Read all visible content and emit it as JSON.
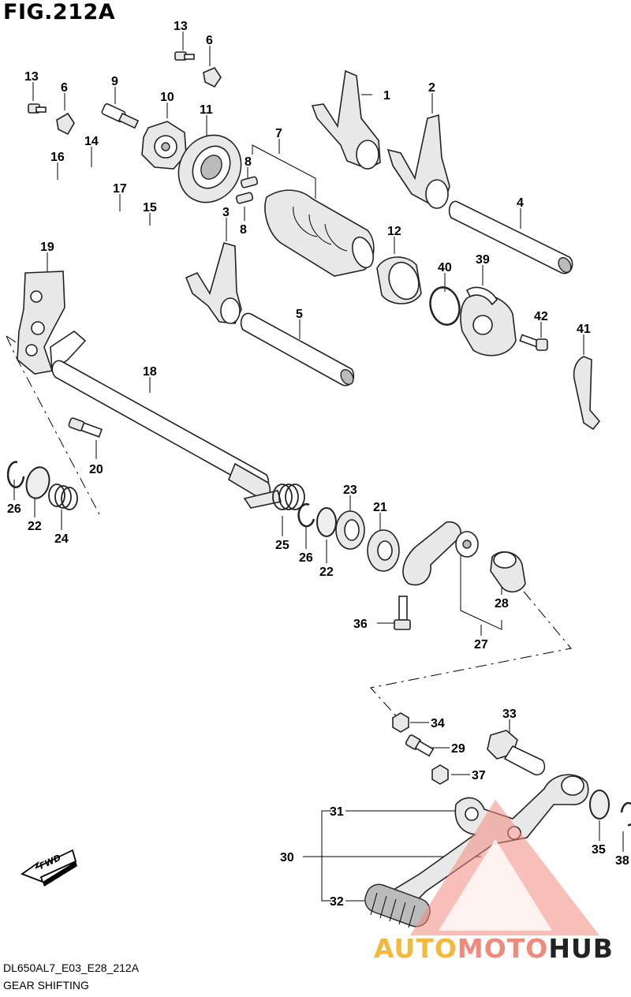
{
  "figure": {
    "title": "FIG.212A",
    "code": "DL650AL7_E03_E28_212A",
    "name": "GEAR SHIFTING"
  },
  "direction_badge": "FWD",
  "watermark": {
    "parts": [
      "AUTO",
      "MOTO",
      "HUB"
    ],
    "colors": [
      "#f4b83a",
      "#f08a7c",
      "#222222"
    ]
  },
  "callouts": [
    {
      "id": "c13a",
      "label": "13"
    },
    {
      "id": "c6a",
      "label": "6"
    },
    {
      "id": "c13b",
      "label": "13"
    },
    {
      "id": "c6b",
      "label": "6"
    },
    {
      "id": "c9",
      "label": "9"
    },
    {
      "id": "c10",
      "label": "10"
    },
    {
      "id": "c11",
      "label": "11"
    },
    {
      "id": "c7",
      "label": "7"
    },
    {
      "id": "c1",
      "label": "1"
    },
    {
      "id": "c2",
      "label": "2"
    },
    {
      "id": "c16",
      "label": "16"
    },
    {
      "id": "c14",
      "label": "14"
    },
    {
      "id": "c17",
      "label": "17"
    },
    {
      "id": "c15",
      "label": "15"
    },
    {
      "id": "c8a",
      "label": "8"
    },
    {
      "id": "c8b",
      "label": "8"
    },
    {
      "id": "c3",
      "label": "3"
    },
    {
      "id": "c4",
      "label": "4"
    },
    {
      "id": "c12",
      "label": "12"
    },
    {
      "id": "c40",
      "label": "40"
    },
    {
      "id": "c39",
      "label": "39"
    },
    {
      "id": "c19",
      "label": "19"
    },
    {
      "id": "c5",
      "label": "5"
    },
    {
      "id": "c42",
      "label": "42"
    },
    {
      "id": "c41",
      "label": "41"
    },
    {
      "id": "c18",
      "label": "18"
    },
    {
      "id": "c20",
      "label": "20"
    },
    {
      "id": "c26a",
      "label": "26"
    },
    {
      "id": "c22a",
      "label": "22"
    },
    {
      "id": "c24",
      "label": "24"
    },
    {
      "id": "c23",
      "label": "23"
    },
    {
      "id": "c21",
      "label": "21"
    },
    {
      "id": "c25",
      "label": "25"
    },
    {
      "id": "c26b",
      "label": "26"
    },
    {
      "id": "c22b",
      "label": "22"
    },
    {
      "id": "c28",
      "label": "28"
    },
    {
      "id": "c36",
      "label": "36"
    },
    {
      "id": "c27",
      "label": "27"
    },
    {
      "id": "c34",
      "label": "34"
    },
    {
      "id": "c33",
      "label": "33"
    },
    {
      "id": "c29",
      "label": "29"
    },
    {
      "id": "c37",
      "label": "37"
    },
    {
      "id": "c31",
      "label": "31"
    },
    {
      "id": "c30",
      "label": "30"
    },
    {
      "id": "c35",
      "label": "35"
    },
    {
      "id": "c38",
      "label": "38"
    },
    {
      "id": "c32",
      "label": "32"
    }
  ]
}
